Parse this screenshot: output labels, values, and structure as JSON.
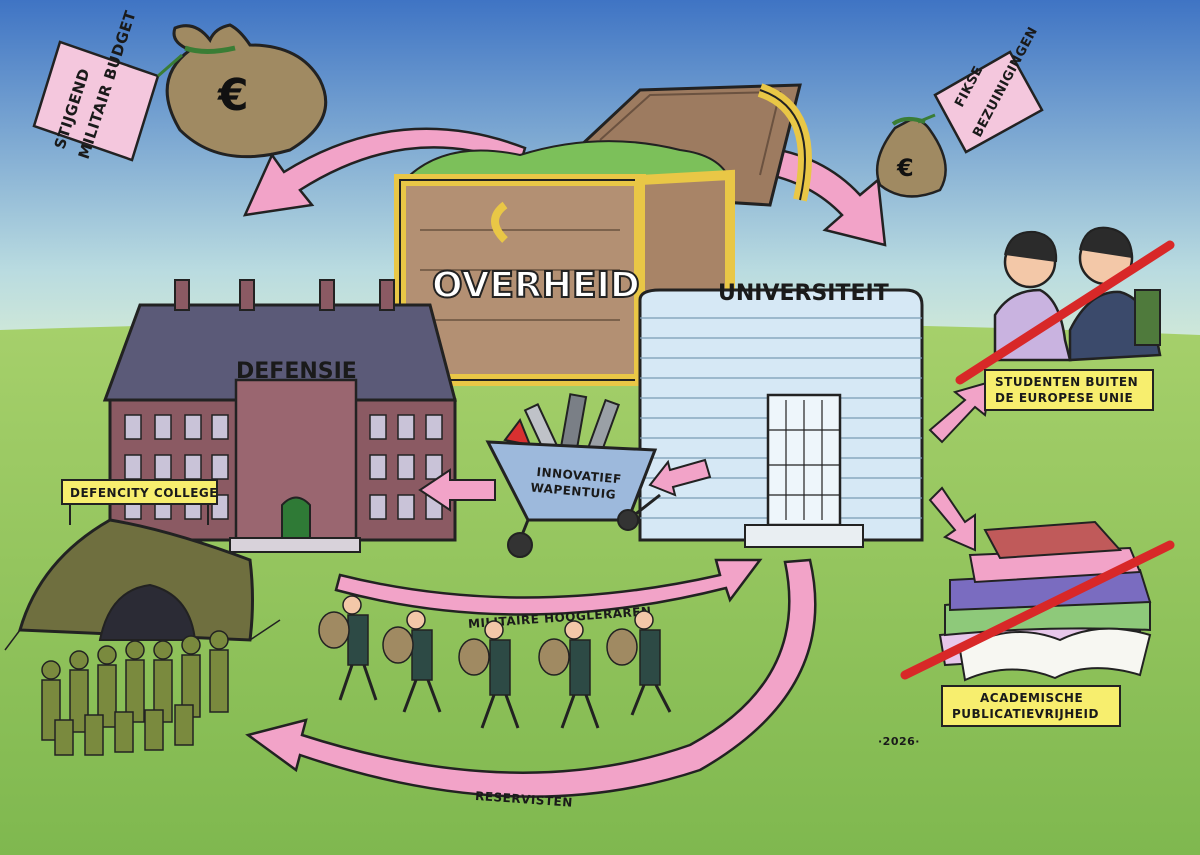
{
  "labels": {
    "overheid": "OVERHEID",
    "universiteit": "UNIVERSITEIT",
    "defensie": "DEFENSIE",
    "defencity": "DEFENCITY COLLEGE",
    "wapentuig_1": "INNOVATIEF",
    "wapentuig_2": "WAPENTUIG",
    "tag_left_1": "STIJGEND",
    "tag_left_2": "MILITAIR BUDGET",
    "tag_right_1": "FIKSE",
    "tag_right_2": "BEZUINIGINGEN",
    "studenten_1": "STUDENTEN BUITEN",
    "studenten_2": "DE EUROPESE UNIE",
    "academ_1": "ACADEMISCHE",
    "academ_2": "PUBLICATIEVRIJHEID",
    "hoogleraren": "MILITAIRE HOOGLERAREN",
    "reservisten": "RESERVISTEN",
    "signature": "·2026·",
    "euro": "€"
  },
  "colors": {
    "sky_top": "#3f74c4",
    "sky_bottom": "#c7e3d8",
    "grass": "#8fc15c",
    "arrow_pink": "#f2a3c8",
    "label_yellow": "#f7ee6e",
    "building_brick": "#8b5a63",
    "roof": "#5b5a78",
    "chest_wood": "#b39073",
    "chest_gold": "#e9c746",
    "uni_blue": "#d6e8f5",
    "soldier_green": "#7a8a3e",
    "tent_green": "#6f6f3f",
    "money_bag": "#a08a62",
    "red_strike": "#d82828"
  }
}
